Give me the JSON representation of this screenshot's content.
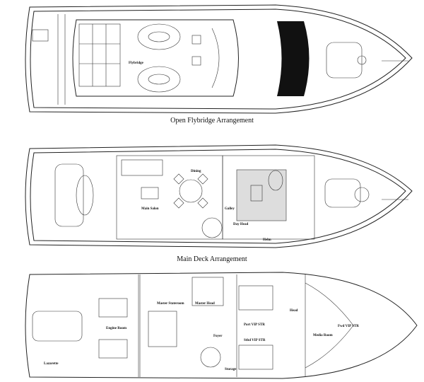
{
  "flybridge": {
    "caption": "Open Flybridge Arrangement",
    "labels": {
      "flybridge": "Flybridge"
    }
  },
  "main_deck": {
    "caption": "Main Deck Arrangement",
    "labels": {
      "dining": "Dining",
      "main_salon": "Main Salon",
      "galley": "Galley",
      "day_head": "Day Head",
      "helm": "Helm"
    }
  },
  "lower_deck": {
    "labels": {
      "engine_room": "Engine Room",
      "lazarette": "Lazarette",
      "master_stateroom": "Master Stateroom",
      "master_head": "Master Head",
      "foyer": "Foyer",
      "storage": "Storage",
      "port_vip": "Port VIP STR",
      "stbd_vip": "Stbd VIP STR",
      "head": "Head",
      "media_room": "Media Room",
      "fwd_vip": "Fwd VIP STR"
    }
  }
}
